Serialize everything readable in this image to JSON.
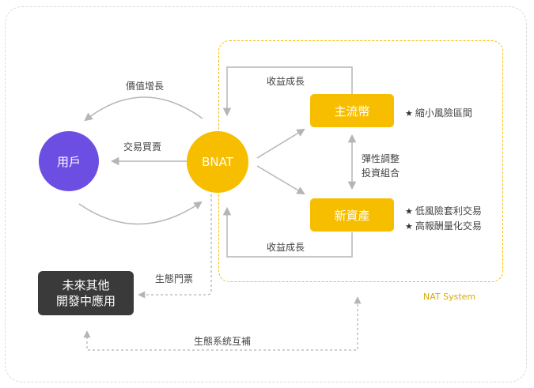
{
  "nodes": {
    "user": "用戶",
    "bnat": "BNAT",
    "main_coin": "主流幣",
    "new_asset": "新資產",
    "future_app_line1": "未來其他",
    "future_app_line2": "開發中應用"
  },
  "edge_labels": {
    "value_growth": "價值增長",
    "trade": "交易買賣",
    "revenue_top": "收益成長",
    "revenue_bottom": "收益成長",
    "rebalance_line1": "彈性調整",
    "rebalance_line2": "投資組合",
    "eco_ticket": "生態門票",
    "eco_complement": "生態系統互補"
  },
  "notes": {
    "main_coin": [
      "縮小風險區間"
    ],
    "new_asset": [
      "低風險套利交易",
      "高報酬量化交易"
    ],
    "star_symbol": "★"
  },
  "frame_label": "NAT System",
  "colors": {
    "user": "#6c4ee3",
    "accent": "#f7be00",
    "dark_box": "#3a3a3a",
    "arrow": "#b5b5b5",
    "nat_border": "#f6c000"
  }
}
